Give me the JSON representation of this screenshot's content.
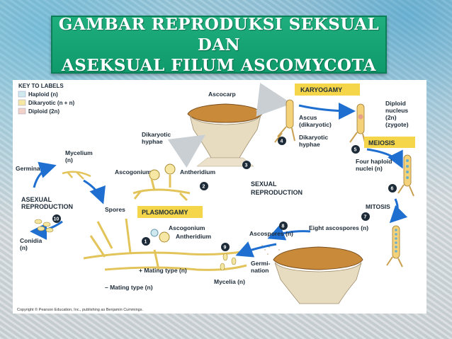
{
  "title": {
    "line1": "GAMBAR REPRODUKSI SEKSUAL DAN",
    "line2": "ASEKSUAL FILUM ASCOMYCOTA"
  },
  "key": {
    "heading": "KEY TO LABELS",
    "haploid": "Haploid (n)",
    "dikaryotic": "Dikaryotic (n + n)",
    "diploid": "Diploid (2n)",
    "colors": {
      "haploid": "#cfe9ef",
      "dikaryotic": "#f6e8a4",
      "diploid": "#f2d2c8"
    }
  },
  "banners": {
    "karyogamy": "KARYOGAMY",
    "meiosis": "MEIOSIS",
    "plasmogamy": "PLASMOGAMY",
    "color": "#f5d64a"
  },
  "labels": {
    "ascocarp": "Ascocarp",
    "dikaryotic_hyphae_1": "Dikaryotic",
    "dikaryotic_hyphae_2": "hyphae",
    "ascus_1": "Ascus",
    "ascus_2": "(dikaryotic)",
    "dik_hyphae_b1": "Dikaryotic",
    "dik_hyphae_b2": "hyphae",
    "diploid_1": "Diploid",
    "diploid_2": "nucleus",
    "diploid_3": "(2n)",
    "diploid_4": "(zygote)",
    "four_haploid_1": "Four haploid",
    "four_haploid_2": "nuclei (n)",
    "mycelium_1": "Mycelium",
    "mycelium_2": "(n)",
    "germination": "Germination",
    "ascogonium_1": "Ascogonium",
    "antheridium_1": "Antheridium",
    "sexual_1": "SEXUAL",
    "sexual_2": "REPRODUCTION",
    "asexual_1": "ASEXUAL",
    "asexual_2": "REPRODUCTION",
    "spores": "Spores",
    "ascogonium_2": "Ascogonium",
    "antheridium_2": "Antheridium",
    "mitosis": "MITOSIS",
    "eight_ascospores": "Eight ascospores (n)",
    "ascospores": "Ascospores (n)",
    "conidia_1": "Conidia",
    "conidia_2": "(n)",
    "mating_plus": "+ Mating type (n)",
    "mating_minus": "– Mating type (n)",
    "germi_1": "Germi-",
    "germi_2": "nation",
    "mycelia": "Mycelia (n)",
    "copyright": "Copyright © Pearson Education, Inc., publishing as Benjamin Cummings."
  },
  "steps": [
    "1",
    "2",
    "3",
    "4",
    "5",
    "6",
    "7",
    "8",
    "9",
    "10"
  ]
}
